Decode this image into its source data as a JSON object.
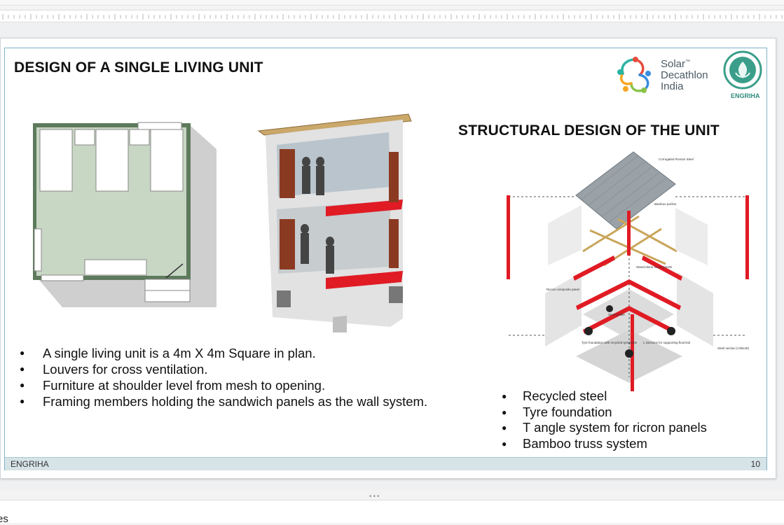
{
  "slide": {
    "title_left": "DESIGN OF A SINGLE LIVING UNIT",
    "title_right": "STRUCTURAL DESIGN OF THE UNIT",
    "bullets_left": [
      "A single living unit is a 4m X 4m Square in plan.",
      "Louvers for cross ventilation.",
      "Furniture at shoulder level from mesh to opening.",
      "Framing members holding the sandwich panels as the wall system."
    ],
    "bullets_right": [
      "Recycled steel",
      "Tyre foundation",
      "T angle system for ricron panels",
      "Bamboo truss system"
    ],
    "logo_sdi": {
      "line1": "Solar",
      "tm": "™",
      "line2": "Decathlon",
      "line3": "India"
    },
    "logo_engriha": {
      "label": "ENGRIHA"
    },
    "footer_left": "ENGRIHA",
    "footer_right": "10",
    "diagram_labels": {
      "roof": "Corrugated Roman Steel",
      "bamboo": "Bamboo purlins",
      "panels": "Stand-alone ricron panels",
      "composite": "Ricron composite panel",
      "steel": "Steel profile",
      "tyre": "Tyre foundation with recycled tyre/posts",
      "support": "L Sections for supporting floor/rail",
      "section": "Steel section (I-80x40)"
    }
  },
  "notes": {
    "text": "es"
  },
  "colors": {
    "accent_red": "#e01b24",
    "footer_bar": "#d6e3e7",
    "slide_border": "#7fb3c8"
  }
}
